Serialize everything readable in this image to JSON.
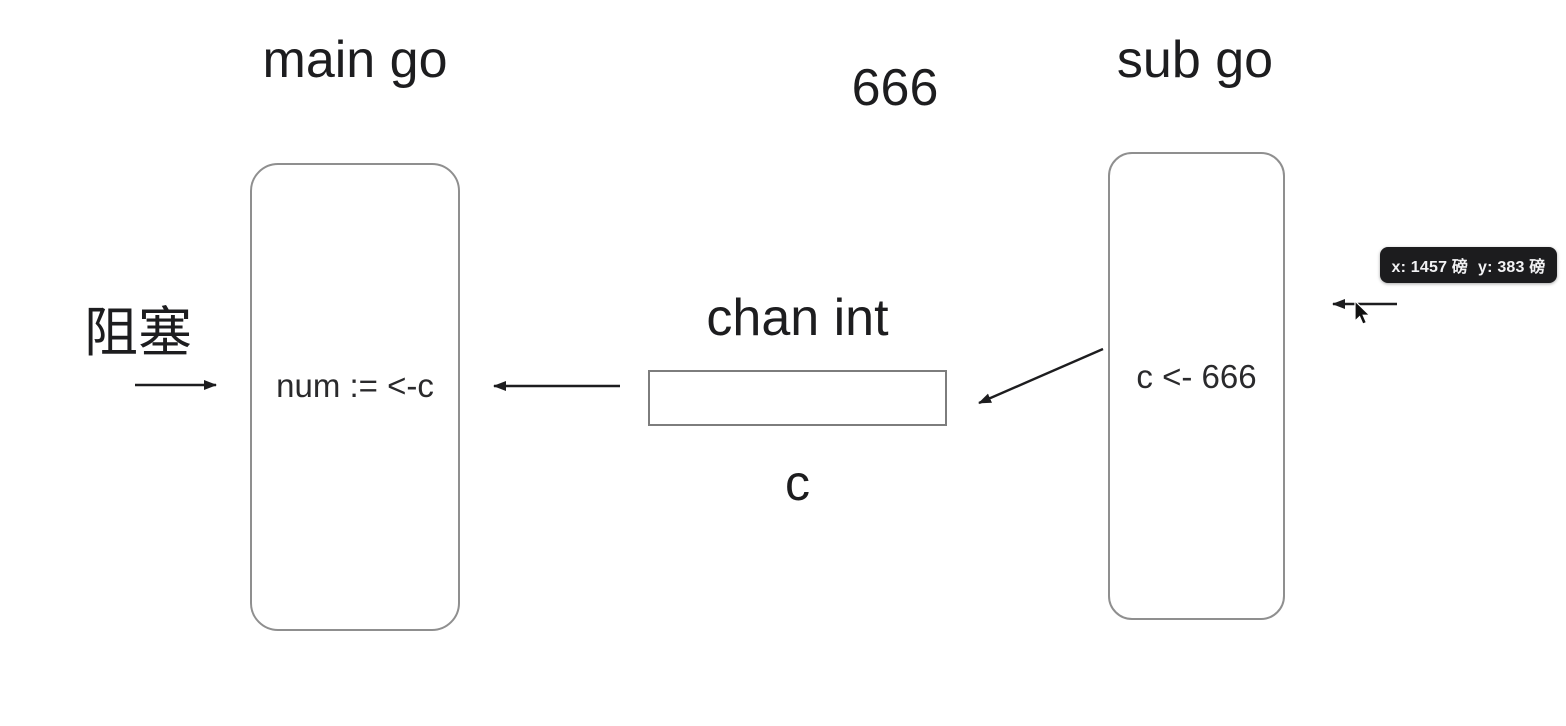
{
  "diagram": {
    "main_goroutine": {
      "title": "main go",
      "code": "num := <-c"
    },
    "sub_goroutine": {
      "title": "sub go",
      "code": "c <- 666"
    },
    "channel": {
      "type_label": "chan int",
      "name_label": "c"
    },
    "transit_value": "666",
    "blocking_label": "阻塞"
  },
  "tooltip": {
    "x_part": "x: 1457 磅",
    "y_part": "y: 383 磅",
    "bg_color": "#1c1c1e",
    "text_color": "#f2f2f4"
  },
  "colors": {
    "background": "#ffffff",
    "ink": "#1d1d1f",
    "box_border": "#8f8f8f",
    "channel_border": "#7d7d7d"
  }
}
